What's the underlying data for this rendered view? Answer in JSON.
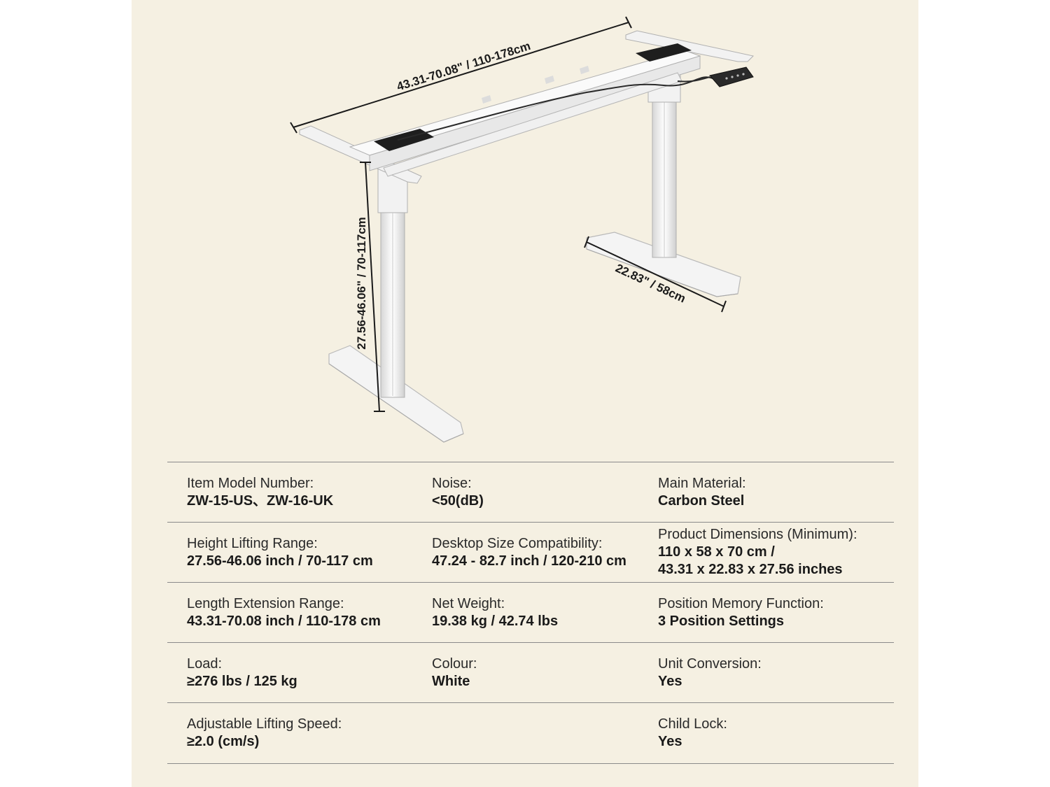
{
  "dimensions": {
    "length": "43.31-70.08\" / 110-178cm",
    "height": "27.56-46.06\" / 70-117cm",
    "depth": "22.83\" / 58cm"
  },
  "specs": [
    [
      {
        "label": "Item Model Number:",
        "value": "ZW-15-US、ZW-16-UK"
      },
      {
        "label": "Noise:",
        "value": "<50(dB)"
      },
      {
        "label": "Main Material:",
        "value": "Carbon Steel"
      }
    ],
    [
      {
        "label": "Height Lifting Range:",
        "value": "27.56-46.06 inch / 70-117 cm"
      },
      {
        "label": "Desktop Size Compatibility:",
        "value": "47.24 - 82.7 inch / 120-210 cm"
      },
      {
        "label": "Product Dimensions (Minimum):",
        "value": "110 x 58 x 70 cm /\n43.31 x 22.83 x 27.56 inches"
      }
    ],
    [
      {
        "label": "Length Extension Range:",
        "value": "43.31-70.08 inch / 110-178 cm"
      },
      {
        "label": "Net Weight:",
        "value": "19.38 kg / 42.74 lbs"
      },
      {
        "label": "Position Memory Function:",
        "value": "3 Position Settings"
      }
    ],
    [
      {
        "label": "Load:",
        "value": "≥276 lbs / 125 kg"
      },
      {
        "label": "Colour:",
        "value": "White"
      },
      {
        "label": "Unit Conversion:",
        "value": "Yes"
      }
    ],
    [
      {
        "label": "Adjustable Lifting Speed:",
        "value": "≥2.0 (cm/s)"
      },
      {
        "label": "",
        "value": ""
      },
      {
        "label": "Child Lock:",
        "value": "Yes"
      }
    ]
  ]
}
